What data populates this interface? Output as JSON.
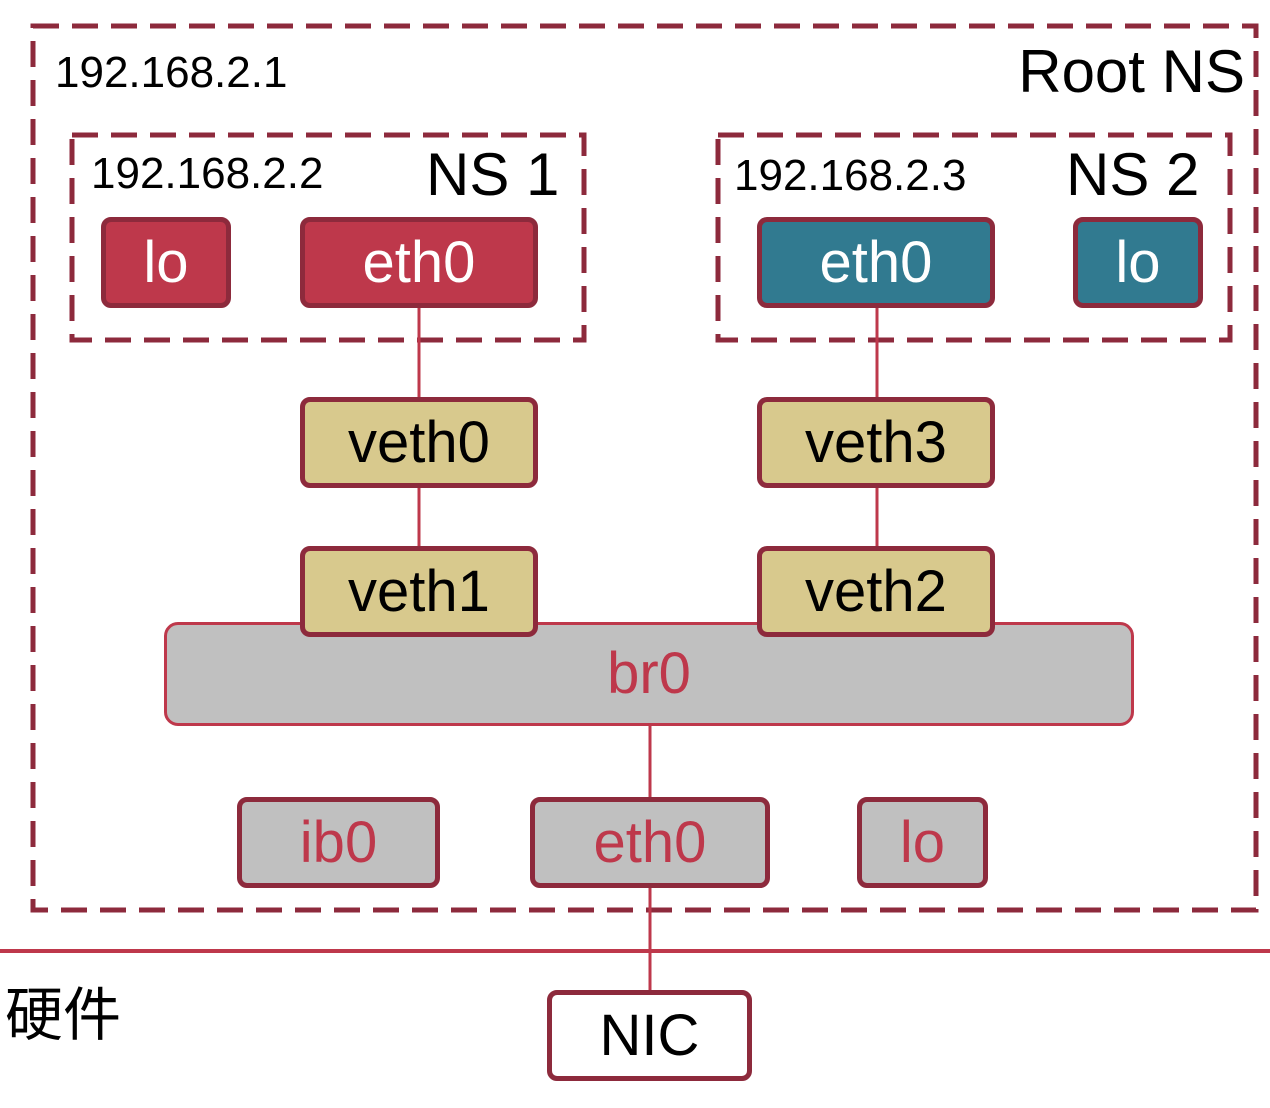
{
  "root_ns": {
    "label": "Root NS",
    "ip": "192.168.2.1"
  },
  "ns1": {
    "label": "NS 1",
    "ip": "192.168.2.2",
    "lo": "lo",
    "eth0": "eth0"
  },
  "ns2": {
    "label": "NS 2",
    "ip": "192.168.2.3",
    "eth0": "eth0",
    "lo": "lo"
  },
  "veth": {
    "veth0": "veth0",
    "veth1": "veth1",
    "veth2": "veth2",
    "veth3": "veth3"
  },
  "bridge": {
    "label": "br0"
  },
  "root_ifaces": {
    "ib0": "ib0",
    "eth0": "eth0",
    "lo": "lo"
  },
  "hardware": {
    "label": "硬件",
    "nic": "NIC"
  },
  "colors": {
    "border": "#8d2a3c",
    "line": "#be384b",
    "ns1_iface": "#be384b",
    "ns2_iface": "#317a90",
    "veth": "#d8c98d",
    "root_iface": "#c0c0c0"
  }
}
